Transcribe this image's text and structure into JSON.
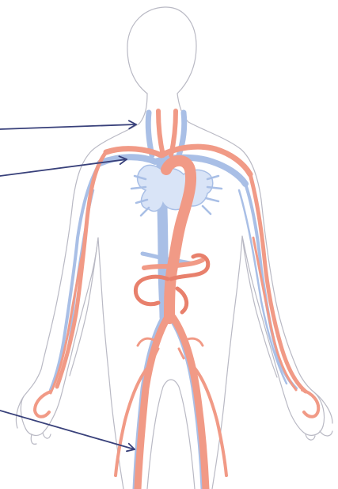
{
  "diagram": {
    "subject": "circulatory-system",
    "colors": {
      "outline": "#b9b9c4",
      "artery": "#f19a86",
      "artery_dark": "#e8806c",
      "vein": "#a9bfe6",
      "vein_light": "#cfdcf4",
      "heart_vein": "#d9e4f7",
      "pointer": "#38407a"
    },
    "pointers": [
      {
        "target": "neck-vessels"
      },
      {
        "target": "upper-chest-vessels"
      },
      {
        "target": "leg-vessels"
      }
    ]
  }
}
